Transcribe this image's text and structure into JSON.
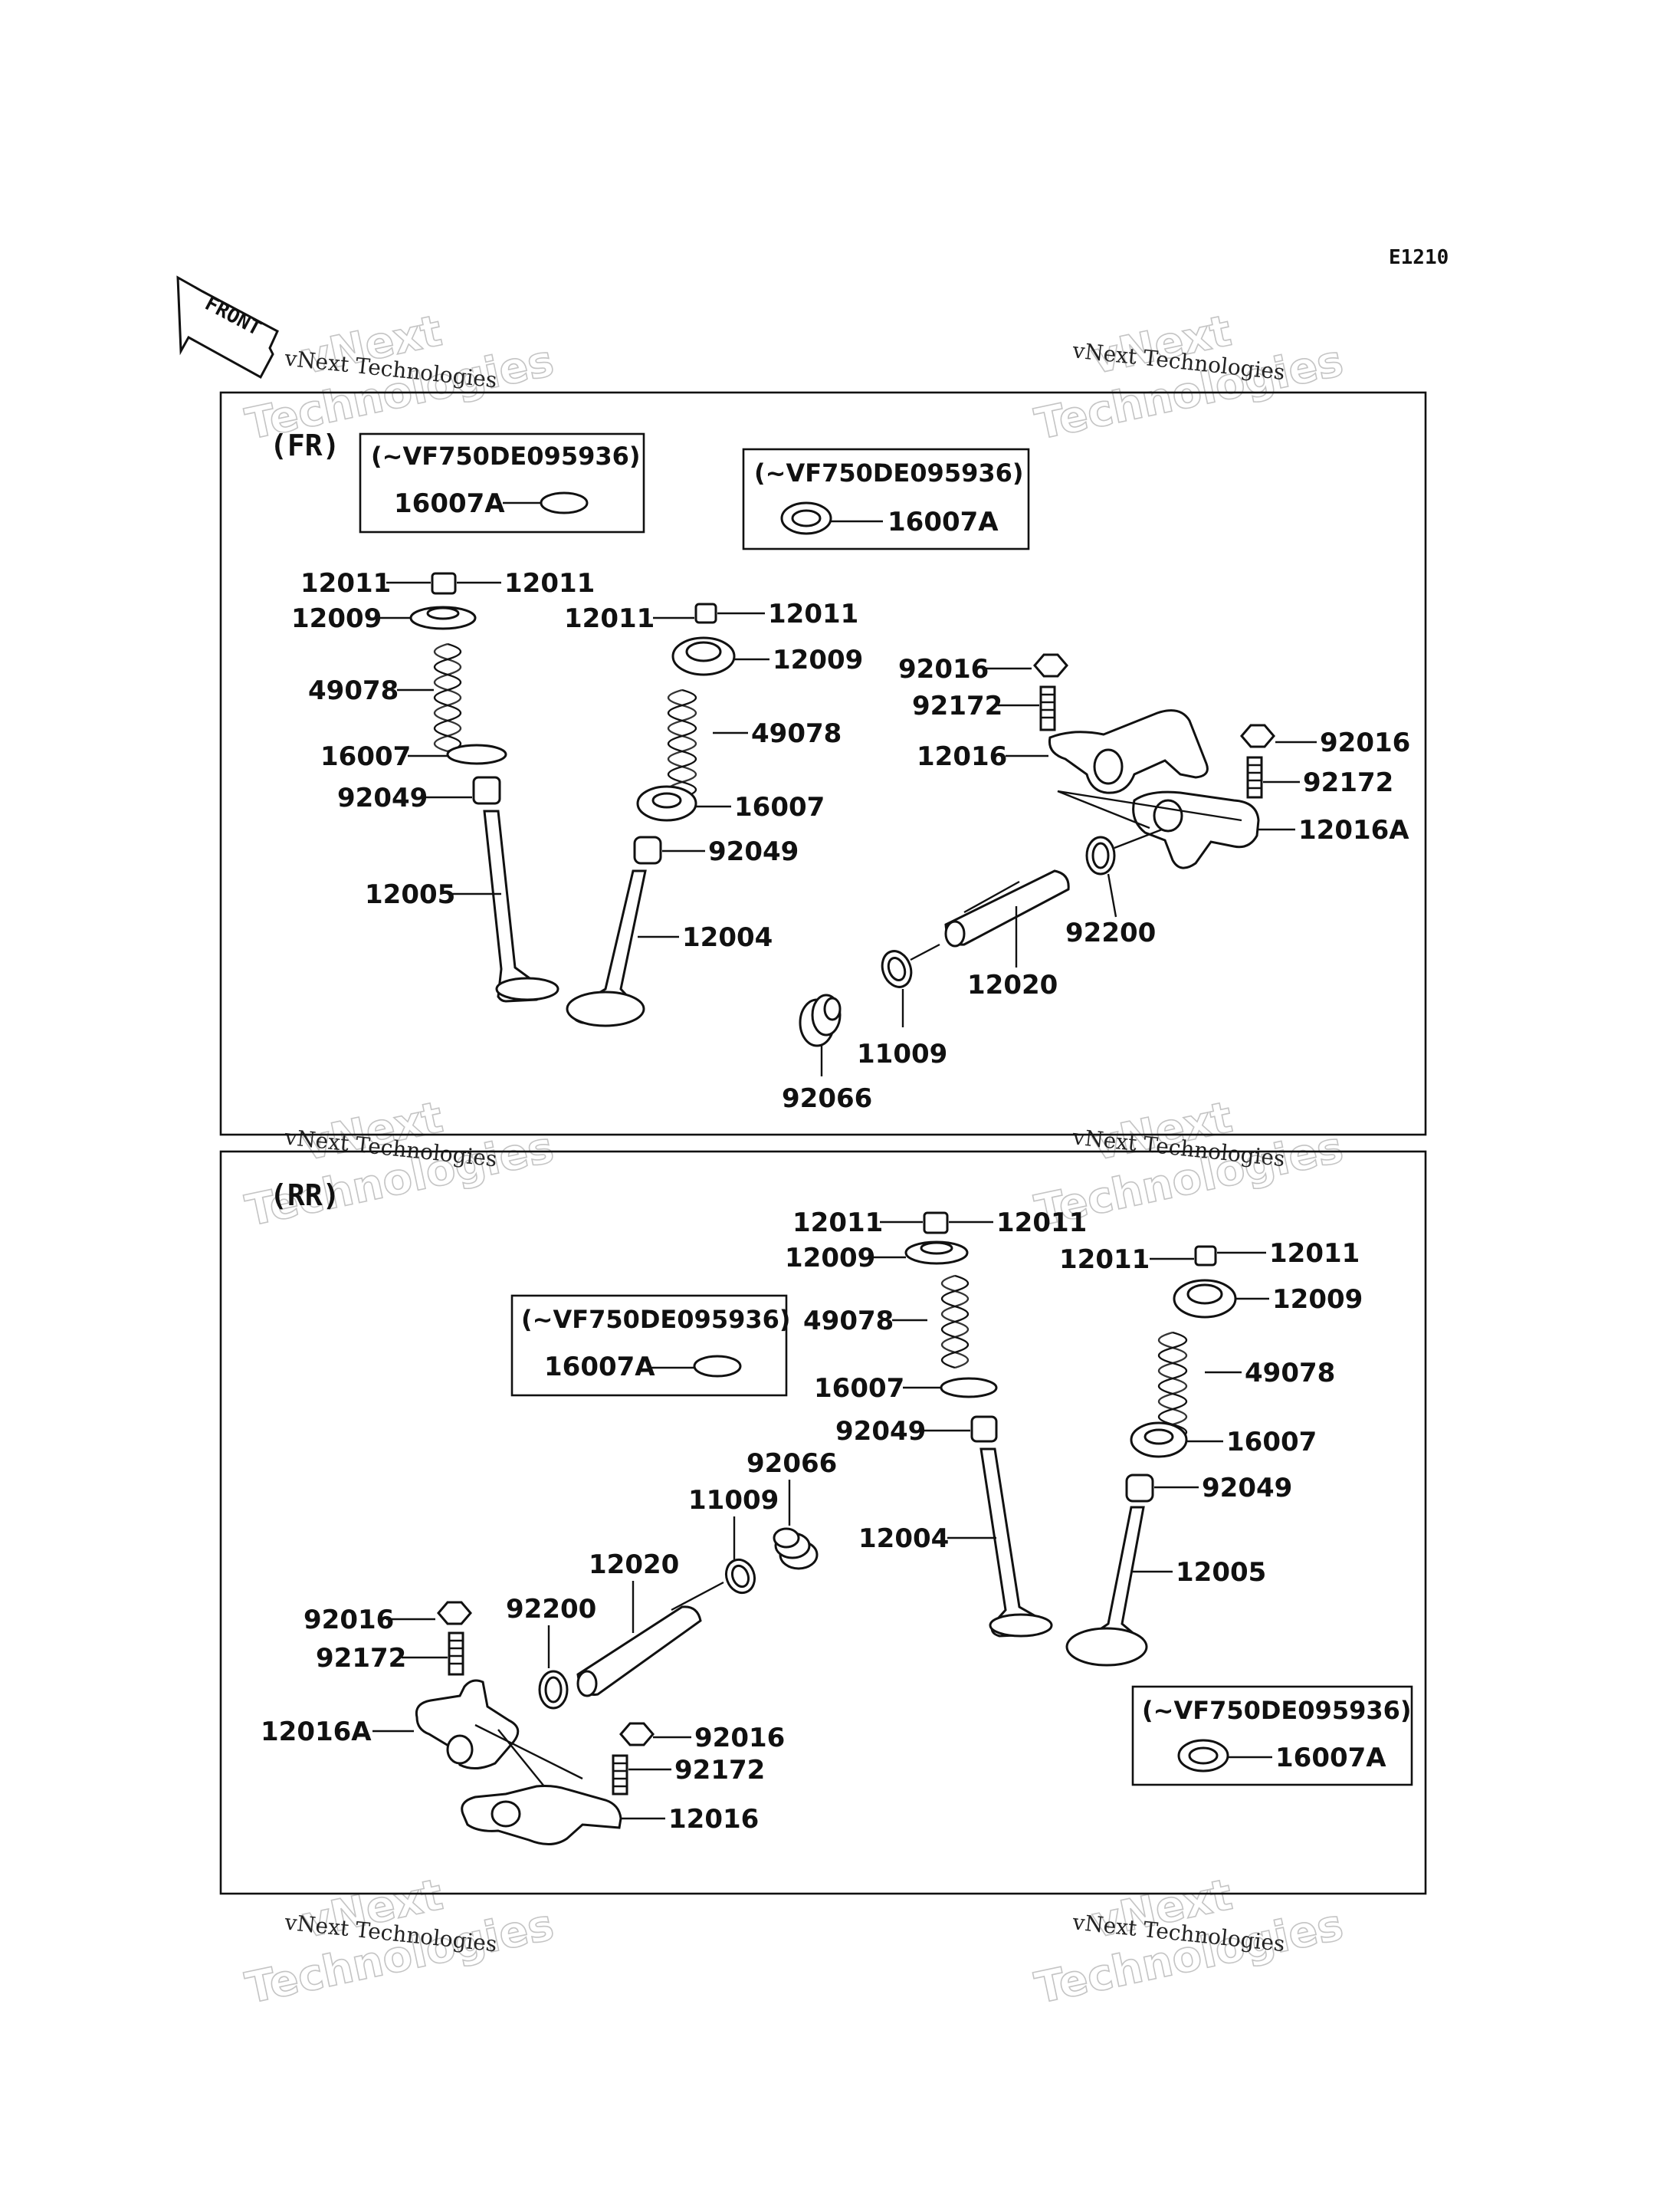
{
  "diagram_code": "E1210",
  "front_label": "FRONT",
  "watermark": {
    "line1": "vNext",
    "line2": "Technologies",
    "caption": "vNext Technologies"
  },
  "sections": {
    "fr": {
      "title": "(FR)",
      "callout_left": {
        "title": "(~VF750DE095936)",
        "part": "16007A"
      },
      "callout_right": {
        "title": "(~VF750DE095936)",
        "part": "16007A"
      },
      "labels": {
        "cotter_l1": "12011",
        "cotter_l2": "12011",
        "retainer_l": "12009",
        "spring_l": "49078",
        "seat_l": "16007",
        "seal_l": "92049",
        "valve_l": "12005",
        "cotter_r1": "12011",
        "cotter_r2": "12011",
        "retainer_r": "12009",
        "spring_r": "49078",
        "seat_r": "16007",
        "seal_r": "92049",
        "valve_r": "12004",
        "nut_1": "92016",
        "screw_1": "92172",
        "rocker_1": "12016",
        "nut_2": "92016",
        "screw_2": "92172",
        "rocker_2": "12016A",
        "oring": "92200",
        "shaft": "12020",
        "gasket": "11009",
        "plug": "92066"
      }
    },
    "rr": {
      "title": "(RR)",
      "callout_left": {
        "title": "(~VF750DE095936)",
        "part": "16007A"
      },
      "callout_right": {
        "title": "(~VF750DE095936)",
        "part": "16007A"
      },
      "labels": {
        "cotter_l1": "12011",
        "cotter_l2": "12011",
        "retainer_l": "12009",
        "spring_l": "49078",
        "seat_l": "16007",
        "seal_l": "92049",
        "valve_l": "12004",
        "cotter_r1": "12011",
        "cotter_r2": "12011",
        "retainer_r": "12009",
        "spring_r": "49078",
        "seat_r": "16007",
        "seal_r": "92049",
        "valve_r": "12005",
        "plug": "92066",
        "gasket": "11009",
        "shaft": "12020",
        "oring": "92200",
        "nut_1": "92016",
        "screw_1": "92172",
        "rocker_1": "12016A",
        "nut_2": "92016",
        "screw_2": "92172",
        "rocker_2": "12016"
      }
    }
  }
}
